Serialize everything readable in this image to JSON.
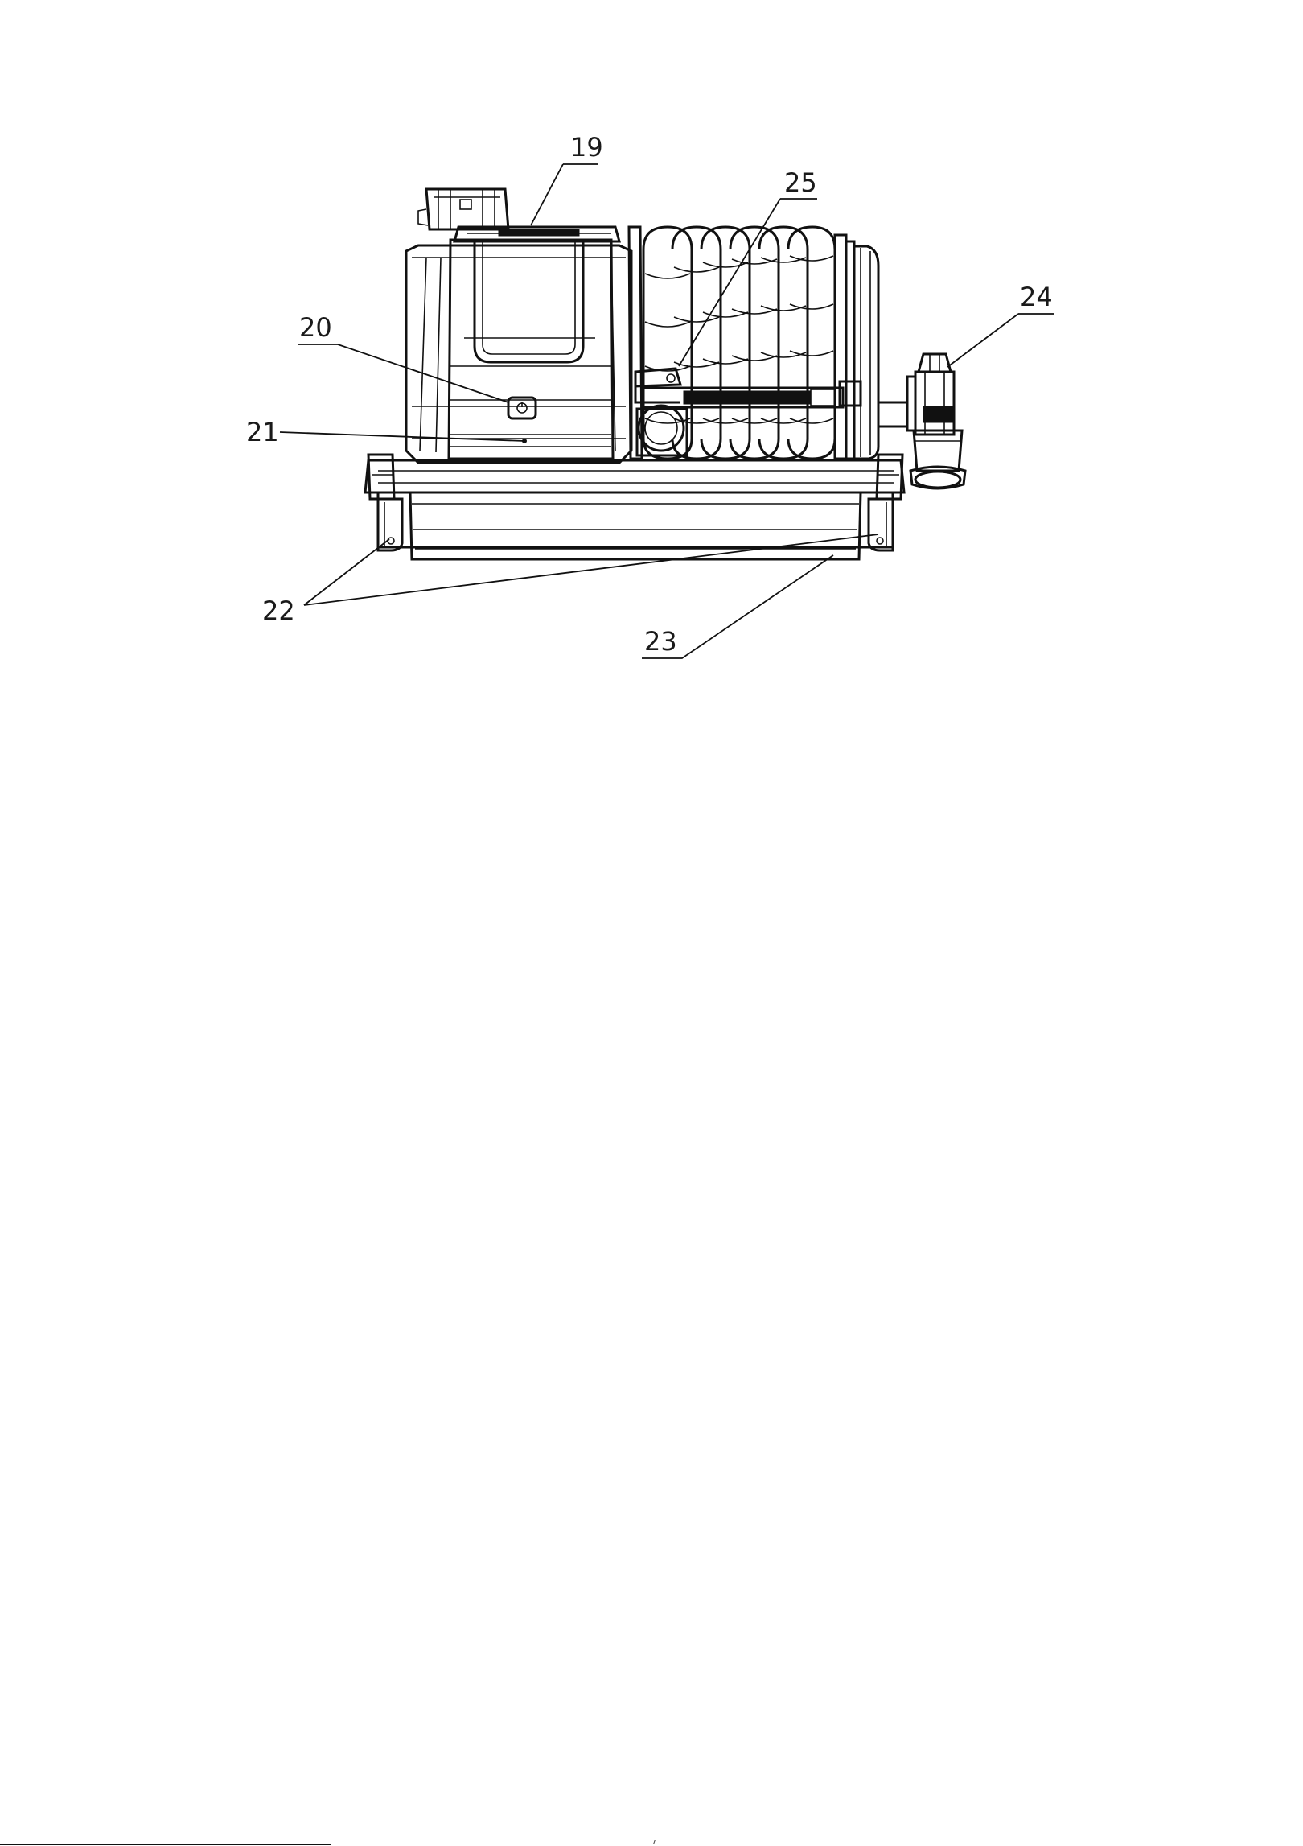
{
  "callouts": {
    "c19": "19",
    "c20": "20",
    "c21": "21",
    "c22": "22",
    "c23": "23",
    "c24": "24",
    "c25": "25"
  }
}
